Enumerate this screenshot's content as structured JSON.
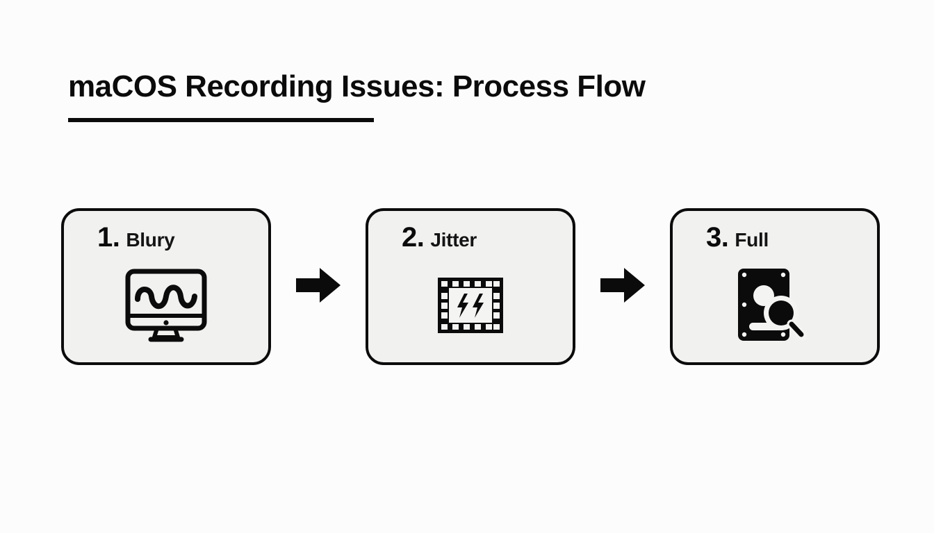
{
  "page": {
    "title": "maCOS Recording Issues: Process Flow",
    "background_color": "#fcfcfd",
    "accent_color": "#0b0b0b",
    "card_fill_color": "#f1f1f0"
  },
  "flow": {
    "steps": [
      {
        "number": "1.",
        "label": "Blury",
        "icon": "monitor-wave-icon"
      },
      {
        "number": "2.",
        "label": "Jitter",
        "icon": "film-strip-lightning-icon"
      },
      {
        "number": "3.",
        "label": "Full",
        "icon": "hard-drive-search-icon"
      }
    ],
    "connectors": [
      {
        "icon": "arrow-right-icon"
      },
      {
        "icon": "arrow-right-icon"
      }
    ]
  }
}
